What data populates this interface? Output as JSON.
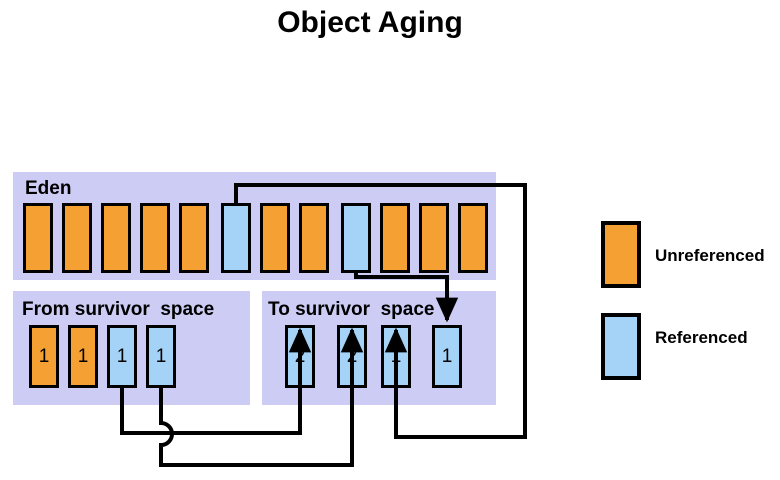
{
  "title": "Object Aging",
  "colors": {
    "unreferenced": "#f5a033",
    "referenced": "#a5d2f7",
    "region_background": "#ccccf5",
    "outline": "#000000",
    "page_background": "#ffffff"
  },
  "regions": {
    "eden": {
      "label": "Eden",
      "cells": [
        {
          "state": "unreferenced",
          "value": ""
        },
        {
          "state": "unreferenced",
          "value": ""
        },
        {
          "state": "unreferenced",
          "value": ""
        },
        {
          "state": "unreferenced",
          "value": ""
        },
        {
          "state": "unreferenced",
          "value": ""
        },
        {
          "state": "referenced",
          "value": ""
        },
        {
          "state": "unreferenced",
          "value": ""
        },
        {
          "state": "unreferenced",
          "value": ""
        },
        {
          "state": "referenced",
          "value": ""
        },
        {
          "state": "unreferenced",
          "value": ""
        },
        {
          "state": "unreferenced",
          "value": ""
        },
        {
          "state": "unreferenced",
          "value": ""
        }
      ]
    },
    "from_survivor": {
      "label": "From survivor  space",
      "cells": [
        {
          "state": "unreferenced",
          "value": "1"
        },
        {
          "state": "unreferenced",
          "value": "1"
        },
        {
          "state": "referenced",
          "value": "1"
        },
        {
          "state": "referenced",
          "value": "1"
        }
      ]
    },
    "to_survivor": {
      "label": "To survivor  space",
      "cells": [
        {
          "state": "referenced",
          "value": "2"
        },
        {
          "state": "referenced",
          "value": "2"
        },
        {
          "state": "referenced",
          "value": "1"
        },
        {
          "state": "referenced",
          "value": "1"
        }
      ]
    }
  },
  "legend": {
    "items": [
      {
        "state": "unreferenced",
        "label": "Unreferenced"
      },
      {
        "state": "referenced",
        "label": "Referenced"
      }
    ]
  }
}
